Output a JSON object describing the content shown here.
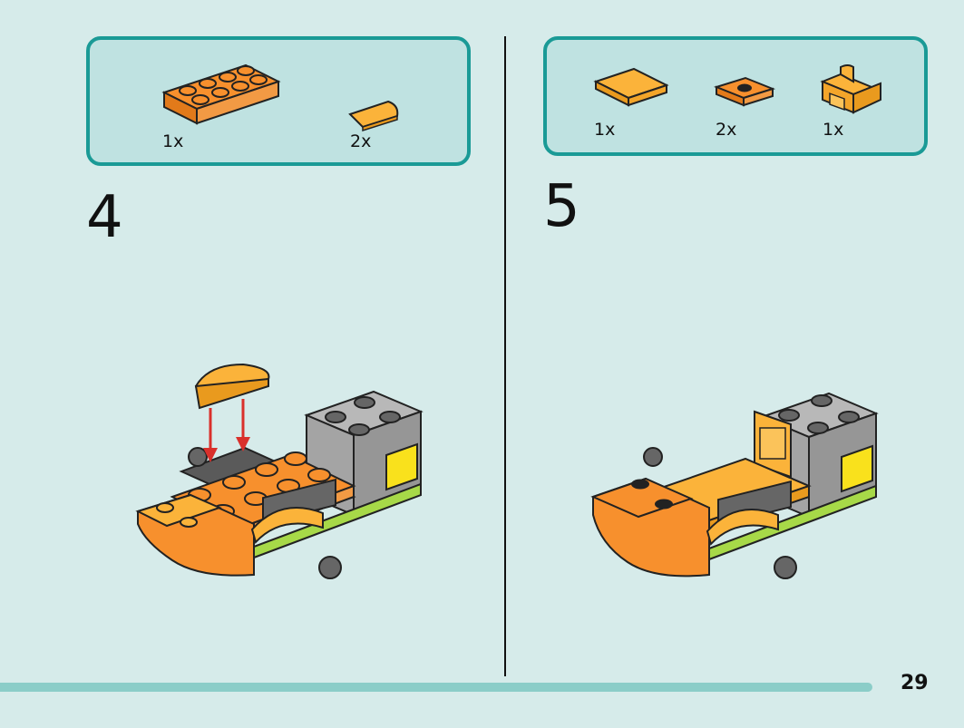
{
  "step_left": {
    "number": "4",
    "parts": [
      {
        "name": "orange 2x4 plate",
        "qty": "1x"
      },
      {
        "name": "light orange half round tile",
        "qty": "2x"
      }
    ]
  },
  "step_right": {
    "number": "5",
    "parts": [
      {
        "name": "light orange 2x2 tile",
        "qty": "1x"
      },
      {
        "name": "orange 1x2 jumper plate",
        "qty": "2x"
      },
      {
        "name": "light orange seat",
        "qty": "1x"
      }
    ]
  },
  "page_number": "29",
  "colors": {
    "background": "#d6ebea",
    "box_border": "#1a9a96",
    "box_fill": "#bfe2e1",
    "orange": "#f7902d",
    "light_orange": "#fbb33a",
    "gray": "#a4a4a4",
    "dark_gray": "#555555",
    "lime": "#a7d948",
    "yellow": "#f9e11c",
    "arrow_red": "#d9302b",
    "progress_bar": "#8bcdc8"
  }
}
